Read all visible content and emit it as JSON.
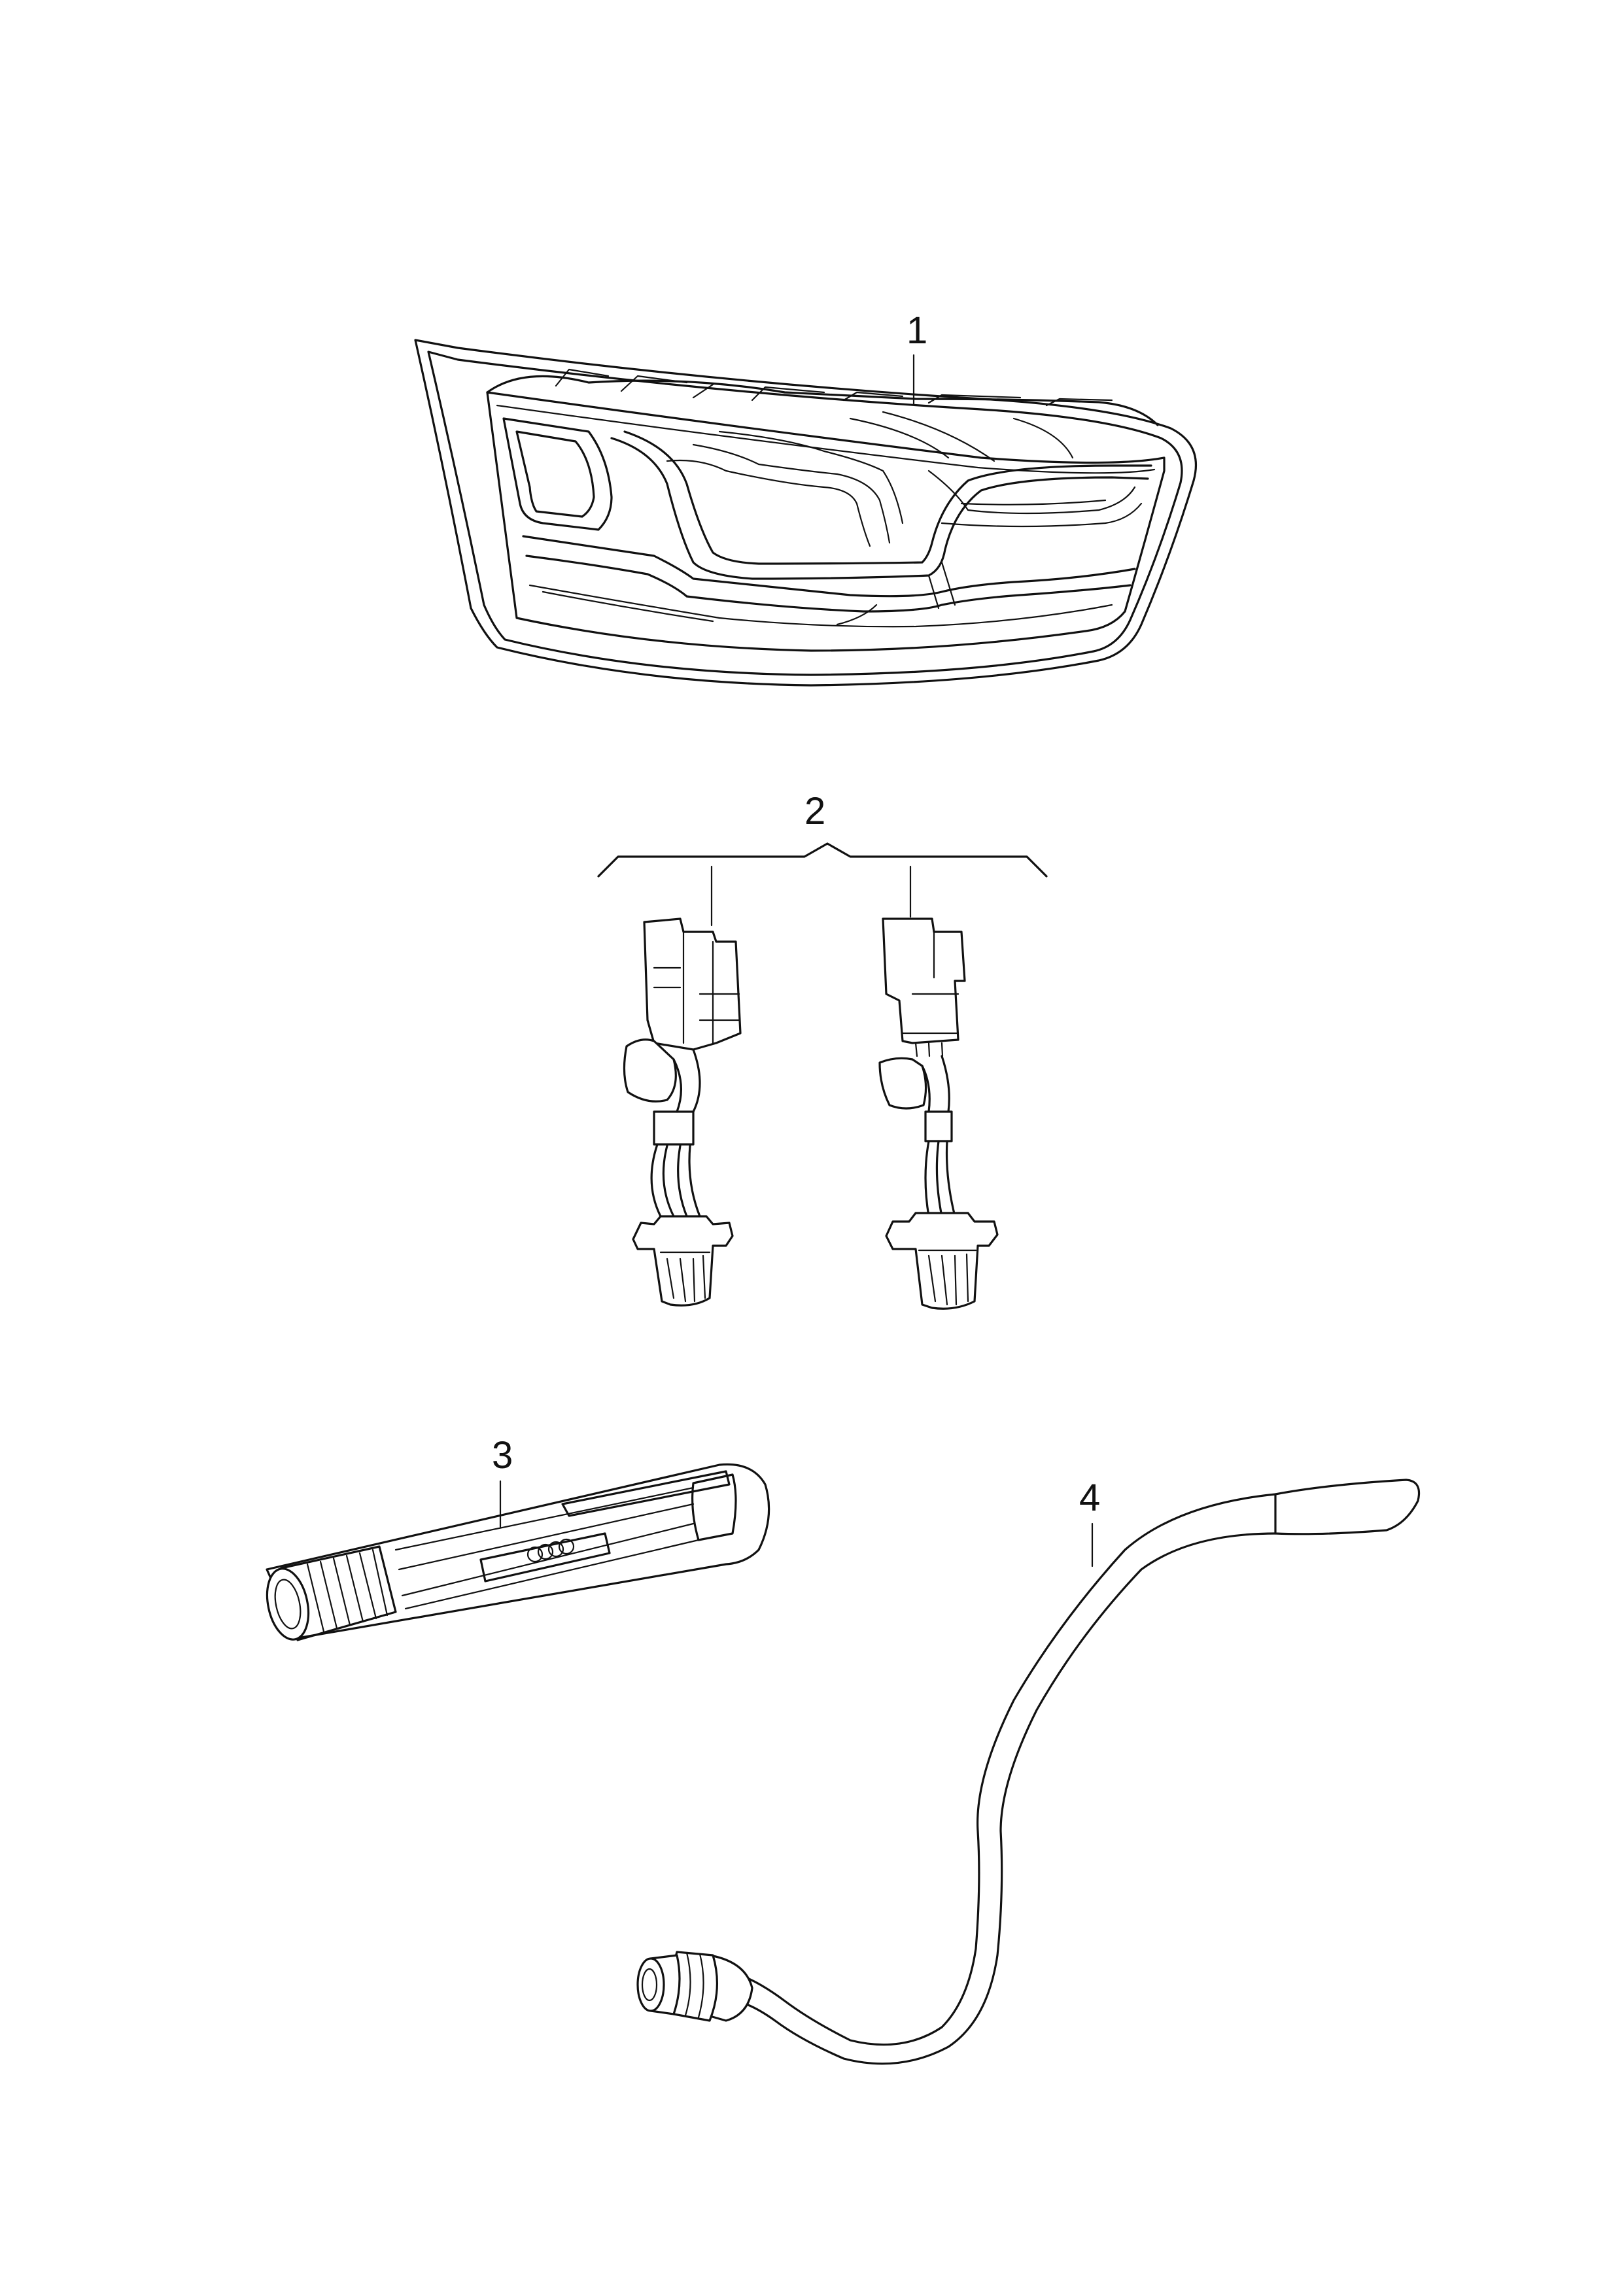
{
  "diagram": {
    "background_color": "#ffffff",
    "line_color": "#111111",
    "parts": [
      {
        "id": "part-1",
        "label": "1",
        "icon": "tail-lamp-icon"
      },
      {
        "id": "part-2",
        "label": "2",
        "icon": "adapter-harness-icon"
      },
      {
        "id": "part-3",
        "label": "3",
        "icon": "penlight-icon"
      },
      {
        "id": "part-4",
        "label": "4",
        "icon": "sensor-cable-icon"
      }
    ]
  }
}
